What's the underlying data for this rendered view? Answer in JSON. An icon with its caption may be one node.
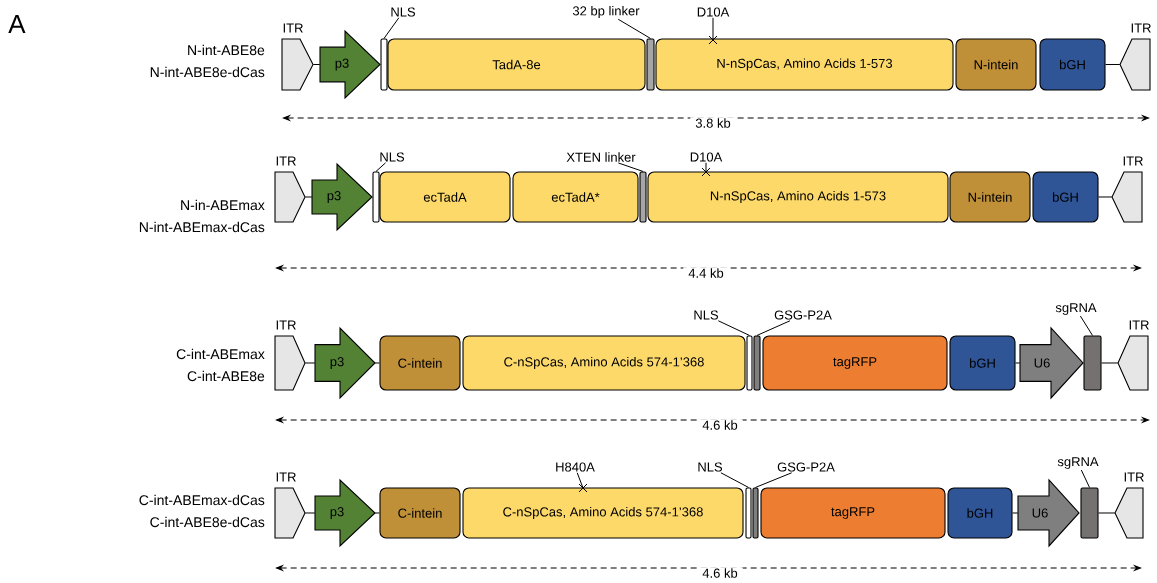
{
  "diagram": {
    "nodes": [
      {
        "text": [
          "ITR"
        ]
      },
      {
        "text": [
          "p3"
        ]
      },
      {
        "text": [
          "NLS"
        ]
      },
      {
        "text": [],
        "shape": "bar"
      },
      {
        "text": [
          "TadA-8e"
        ]
      },
      {
        "text": [
          "32 bp linker"
        ]
      },
      {
        "text": [],
        "shape": "bar"
      },
      {
        "text": [
          "D10A"
        ]
      },
      {
        "text": [
          "N-nSpCas, Amino Acids 1-573"
        ]
      },
      {
        "text": [
          "N-intein"
        ]
      },
      {
        "text": [
          "bGH"
        ]
      },
      {
        "text": [
          "ITR"
        ]
      },
      {
        "text": [
          "ITR"
        ]
      },
      {
        "text": [
          "p3"
        ]
      },
      {
        "text": [
          "NLS"
        ]
      },
      {
        "text": [],
        "shape": "bar"
      },
      {
        "text": [
          "ecTadA"
        ]
      },
      {
        "text": [
          "ecTadA*"
        ]
      },
      {
        "text": [
          "XTEN linker"
        ]
      },
      {
        "text": [],
        "shape": "bar"
      },
      {
        "text": [
          "D10A"
        ]
      },
      {
        "text": [
          "N-nSpCas, Amino Acids 1-573"
        ]
      },
      {
        "text": [
          "N-intein"
        ]
      },
      {
        "text": [
          "bGH"
        ]
      },
      {
        "text": [
          "ITR"
        ]
      },
      {
        "text": [
          "ITR"
        ]
      },
      {
        "text": [
          "p3"
        ]
      },
      {
        "text": [
          "C-intein"
        ]
      },
      {
        "text": [
          "C-nSpCas, Amino Acids 574-1’368"
        ]
      },
      {
        "text": [
          "NLS"
        ]
      },
      {
        "text": [],
        "shape": "bar"
      },
      {
        "text": [
          "GSG-P2A"
        ]
      },
      {
        "text": [],
        "shape": "bar"
      },
      {
        "text": [
          "tagRFP"
        ]
      },
      {
        "text": [
          "bGH"
        ]
      },
      {
        "text": [
          "U6"
        ]
      },
      {
        "text": [
          "sgRNA"
        ]
      },
      {
        "text": [],
        "shape": "bar"
      },
      {
        "text": [
          "ITR"
        ]
      },
      {
        "text": [
          "ITR"
        ]
      },
      {
        "text": [
          "p3"
        ]
      },
      {
        "text": [
          "C-intein"
        ]
      },
      {
        "text": [
          "H840A"
        ]
      },
      {
        "text": [
          "C-nSpCas, Amino Acids 574-1’368"
        ]
      },
      {
        "text": [
          "NLS"
        ]
      },
      {
        "text": [],
        "shape": "bar"
      },
      {
        "text": [
          "GSG-P2A"
        ]
      },
      {
        "text": [],
        "shape": "bar"
      },
      {
        "text": [
          "tagRFP"
        ]
      },
      {
        "text": [
          "bGH"
        ]
      },
      {
        "text": [
          "U6"
        ]
      },
      {
        "text": [
          "sgRNA"
        ]
      },
      {
        "text": [],
        "shape": "bar"
      },
      {
        "text": [
          "ITR"
        ]
      }
    ],
    "edges": [
      {
        "from": 0,
        "to": 1,
        "arrow": "none"
      },
      {
        "from": 2,
        "to": 3,
        "arrow": "none"
      },
      {
        "from": 5,
        "to": 6,
        "arrow": "none"
      },
      {
        "from": 7,
        "to": 8,
        "arrow": "none"
      },
      {
        "from": 10,
        "to": 11,
        "arrow": "none"
      },
      {
        "from": 12,
        "to": 13,
        "arrow": "none"
      },
      {
        "from": 14,
        "to": 15,
        "arrow": "none"
      },
      {
        "from": 18,
        "to": 19,
        "arrow": "none"
      },
      {
        "from": 20,
        "to": 21,
        "arrow": "none"
      },
      {
        "from": 23,
        "to": 24,
        "arrow": "none"
      },
      {
        "from": 25,
        "to": 26,
        "arrow": "none"
      },
      {
        "from": 26,
        "to": 27,
        "arrow": "none"
      },
      {
        "from": 29,
        "to": 30,
        "arrow": "none"
      },
      {
        "from": 31,
        "to": 32,
        "arrow": "none"
      },
      {
        "from": 34,
        "to": 35,
        "arrow": "none"
      },
      {
        "from": 36,
        "to": 37,
        "arrow": "none"
      },
      {
        "from": 37,
        "to": 38,
        "arrow": "none"
      },
      {
        "from": 39,
        "to": 40,
        "arrow": "none"
      },
      {
        "from": 40,
        "to": 41,
        "arrow": "none"
      },
      {
        "from": 42,
        "to": 43,
        "arrow": "none"
      },
      {
        "from": 44,
        "to": 45,
        "arrow": "none"
      },
      {
        "from": 46,
        "to": 47,
        "arrow": "none"
      },
      {
        "from": 49,
        "to": 50,
        "arrow": "none"
      },
      {
        "from": 51,
        "to": 52,
        "arrow": "none"
      },
      {
        "from": 52,
        "to": 53,
        "arrow": "none"
      }
    ],
    "labels": [
      "A",
      "N-int-ABE8e",
      "N-int-ABE8e-dCas",
      "3.8 kb",
      "N-in-ABEmax",
      "N-int-ABEmax-dCas",
      "4.4 kb",
      "C-int-ABEmax",
      "C-int-ABE8e",
      "4.6 kb",
      "C-int-ABEmax-dCas",
      "C-int-ABE8e-dCas",
      "4.6 kb"
    ]
  }
}
